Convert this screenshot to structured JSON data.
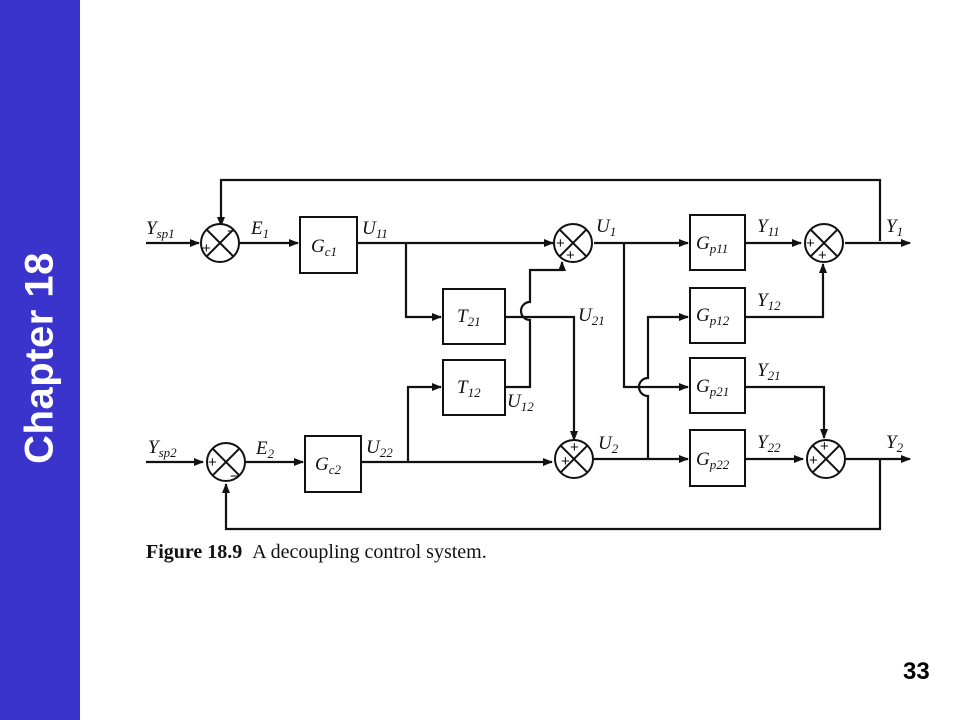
{
  "sidebar": {
    "chapter_label": "Chapter 18",
    "color": "#3a33cc"
  },
  "figure": {
    "caption_number": "Figure 18.9",
    "caption_text": "A decoupling control system.",
    "blocks": [
      {
        "id": "Gc1",
        "base": "G",
        "sub": "c1"
      },
      {
        "id": "Gc2",
        "base": "G",
        "sub": "c2"
      },
      {
        "id": "T21",
        "base": "T",
        "sub": "21"
      },
      {
        "id": "T12",
        "base": "T",
        "sub": "12"
      },
      {
        "id": "Gp11",
        "base": "G",
        "sub": "p11"
      },
      {
        "id": "Gp12",
        "base": "G",
        "sub": "p12"
      },
      {
        "id": "Gp21",
        "base": "G",
        "sub": "p21"
      },
      {
        "id": "Gp22",
        "base": "G",
        "sub": "p22"
      }
    ],
    "signals": {
      "Ysp1": {
        "base": "Y",
        "sub": "sp1"
      },
      "Ysp2": {
        "base": "Y",
        "sub": "sp2"
      },
      "E1": {
        "base": "E",
        "sub": "1"
      },
      "E2": {
        "base": "E",
        "sub": "2"
      },
      "U11": {
        "base": "U",
        "sub": "11"
      },
      "U22": {
        "base": "U",
        "sub": "22"
      },
      "U1": {
        "base": "U",
        "sub": "1"
      },
      "U2": {
        "base": "U",
        "sub": "2"
      },
      "U21": {
        "base": "U",
        "sub": "21"
      },
      "U12": {
        "base": "U",
        "sub": "12"
      },
      "Y11": {
        "base": "Y",
        "sub": "11"
      },
      "Y12": {
        "base": "Y",
        "sub": "12"
      },
      "Y21": {
        "base": "Y",
        "sub": "21"
      },
      "Y22": {
        "base": "Y",
        "sub": "22"
      },
      "Y1": {
        "base": "Y",
        "sub": "1"
      },
      "Y2": {
        "base": "Y",
        "sub": "2"
      }
    },
    "sign_plus": "+",
    "sign_minus": "−"
  },
  "page_number": "33"
}
